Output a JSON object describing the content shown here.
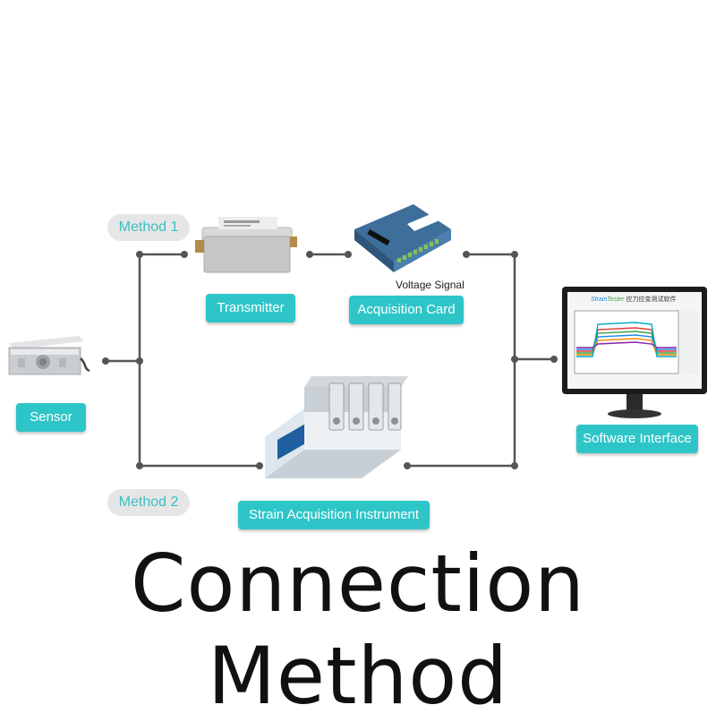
{
  "methods": {
    "method1": "Method 1",
    "method2": "Method 2"
  },
  "labels": {
    "sensor": "Sensor",
    "transmitter": "Transmitter",
    "acquisition_card": "Acquisition Card",
    "voltage_signal": "Voltage Signal",
    "strain_instrument": "Strain Acquisition Instrument",
    "software_interface": "Software Interface"
  },
  "screen_brand": {
    "part1": "Strain",
    "part2": "Tester",
    "part3": "应力应变测试软件"
  },
  "title": "Connection Method",
  "colors": {
    "accent": "#2ec5c8",
    "pill_bg": "#e6e6e6",
    "pill_text": "#3bbfc4",
    "line": "#555555"
  }
}
